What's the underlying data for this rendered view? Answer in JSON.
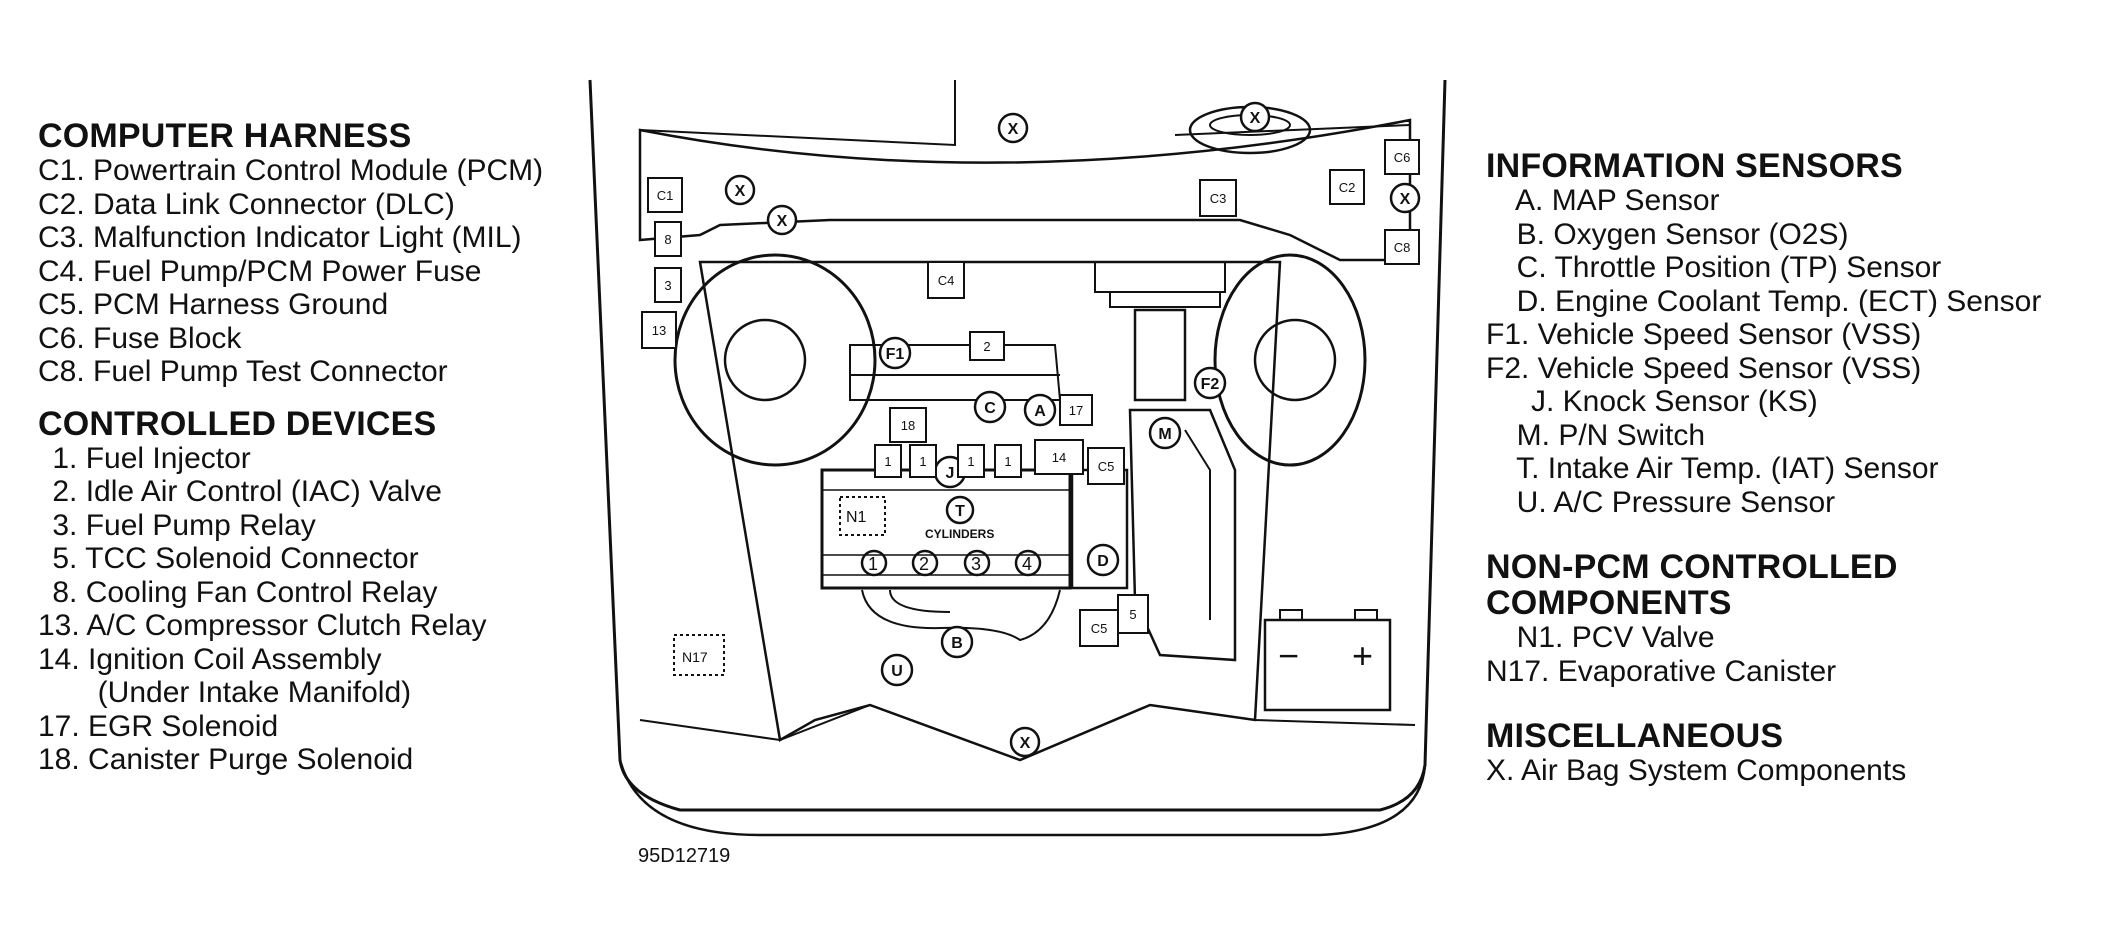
{
  "figure_id": "95D12719",
  "left_legend": [
    {
      "heading": "COMPUTER HARNESS",
      "items": [
        "C1. Powertrain Control Module (PCM)",
        "C2. Data Link Connector (DLC)",
        "C3. Malfunction Indicator Light (MIL)",
        "C4. Fuel Pump/PCM Power Fuse",
        "C5. PCM Harness Ground",
        "C6. Fuse Block",
        "C8. Fuel Pump Test Connector"
      ]
    },
    {
      "heading": "CONTROLLED DEVICES",
      "items": [
        " 1. Fuel Injector",
        " 2. Idle Air Control (IAC) Valve",
        " 3. Fuel Pump Relay",
        " 5. TCC Solenoid Connector",
        " 8. Cooling Fan Control Relay",
        "13. A/C Compressor Clutch Relay",
        "14. Ignition Coil Assembly",
        "     (Under Intake Manifold)",
        "17. EGR Solenoid",
        "18. Canister Purge Solenoid"
      ]
    }
  ],
  "right_legend": [
    {
      "heading": "INFORMATION SENSORS",
      "items": [
        "  A. MAP Sensor",
        "  B. Oxygen Sensor (O2S)",
        "  C. Throttle Position (TP) Sensor",
        "  D. Engine Coolant Temp. (ECT) Sensor",
        "F1. Vehicle Speed Sensor (VSS)",
        "F2. Vehicle Speed Sensor (VSS)",
        "   J. Knock Sensor (KS)",
        "  M. P/N Switch",
        "  T. Intake Air Temp. (IAT) Sensor",
        "  U. A/C Pressure Sensor"
      ]
    },
    {
      "heading": "NON-PCM CONTROLLED COMPONENTS",
      "heading_lines": [
        "NON-PCM CONTROLLED",
        "COMPONENTS"
      ],
      "items": [
        "  N1. PCV Valve",
        "N17. Evaporative Canister"
      ]
    },
    {
      "heading": "MISCELLANEOUS",
      "items": [
        "X. Air Bag System Components"
      ]
    }
  ],
  "diagram_labels": {
    "x": "X",
    "c1": "C1",
    "c2": "C2",
    "c3": "C3",
    "c4": "C4",
    "c5": "C5",
    "c6": "C6",
    "c8": "C8",
    "r8": "8",
    "r3": "3",
    "r13": "13",
    "r2": "2",
    "r17": "17",
    "r18": "18",
    "r14": "14",
    "r5": "5",
    "r1": "1",
    "f1": "F1",
    "f2": "F2",
    "a": "A",
    "b": "B",
    "c": "C",
    "d": "D",
    "j": "J",
    "m": "M",
    "t": "T",
    "u": "U",
    "n1": "N1",
    "n17": "N17",
    "cylinders": "CYLINDERS",
    "cyl1": "1",
    "cyl2": "2",
    "cyl3": "3",
    "cyl4": "4",
    "batt_neg": "−",
    "batt_pos": "+"
  }
}
